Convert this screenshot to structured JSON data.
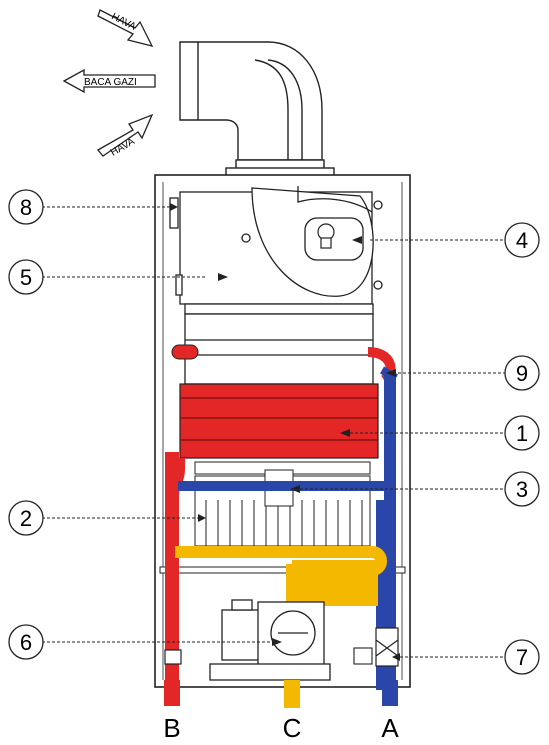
{
  "flow_labels": {
    "air_top": "HAVA",
    "flue_gas": "BACA GAZI",
    "air_bottom": "HAVA"
  },
  "callouts": [
    "8",
    "5",
    "2",
    "6",
    "4",
    "9",
    "1",
    "3",
    "7"
  ],
  "connections": [
    "B",
    "C",
    "A"
  ],
  "colors": {
    "hot": "#e32626",
    "cold": "#2a46a8",
    "gas": "#f5b800",
    "line": "#1a1a1a",
    "casing_fill": "#ffffff"
  }
}
